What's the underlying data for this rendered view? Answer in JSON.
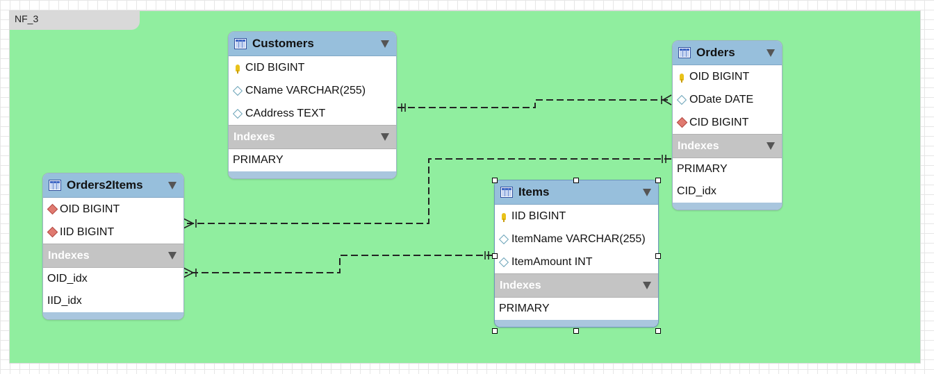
{
  "layer": {
    "name": "NF_3",
    "background": "#90ee9f"
  },
  "tables": {
    "customers": {
      "name": "Customers",
      "columns": [
        {
          "label": "CID BIGINT",
          "kind": "primary-key"
        },
        {
          "label": "CName VARCHAR(255)",
          "kind": "column"
        },
        {
          "label": "CAddress TEXT",
          "kind": "column"
        }
      ],
      "indexes_label": "Indexes",
      "indexes": [
        "PRIMARY"
      ]
    },
    "orders": {
      "name": "Orders",
      "columns": [
        {
          "label": "OID BIGINT",
          "kind": "primary-key"
        },
        {
          "label": "ODate DATE",
          "kind": "column"
        },
        {
          "label": "CID BIGINT",
          "kind": "foreign-key"
        }
      ],
      "indexes_label": "Indexes",
      "indexes": [
        "PRIMARY",
        "CID_idx"
      ]
    },
    "orders2items": {
      "name": "Orders2Items",
      "columns": [
        {
          "label": "OID BIGINT",
          "kind": "foreign-key"
        },
        {
          "label": "IID BIGINT",
          "kind": "foreign-key"
        }
      ],
      "indexes_label": "Indexes",
      "indexes": [
        "OID_idx",
        "IID_idx"
      ]
    },
    "items": {
      "name": "Items",
      "selected": true,
      "columns": [
        {
          "label": "IID BIGINT",
          "kind": "primary-key"
        },
        {
          "label": "ItemName VARCHAR(255)",
          "kind": "column"
        },
        {
          "label": "ItemAmount INT",
          "kind": "column"
        }
      ],
      "indexes_label": "Indexes",
      "indexes": [
        "PRIMARY"
      ]
    }
  },
  "relationships": [
    {
      "from": "Customers",
      "to": "Orders",
      "cardinality": "one-to-many"
    },
    {
      "from": "Orders",
      "to": "Orders2Items",
      "cardinality": "one-to-many"
    },
    {
      "from": "Items",
      "to": "Orders2Items",
      "cardinality": "one-to-many"
    }
  ],
  "colors": {
    "header": "#97bfdc",
    "index_header": "#c4c4c4",
    "primary_key": "#e9c21a",
    "foreign_key": "#e07a70"
  }
}
